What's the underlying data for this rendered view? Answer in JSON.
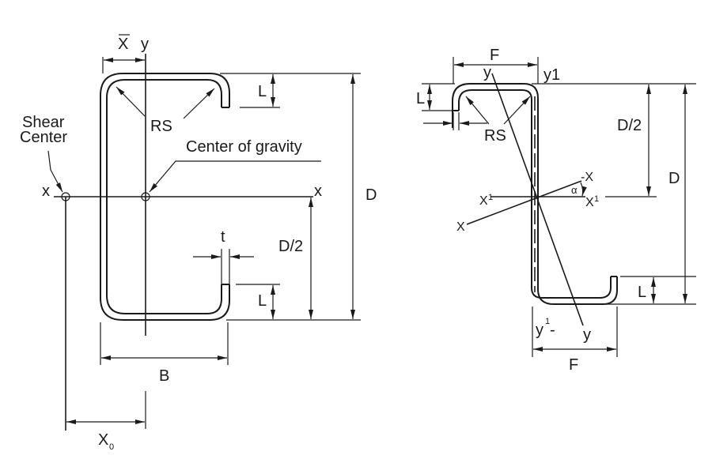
{
  "diagram": {
    "left_section": {
      "name": "C-section (lipped channel)",
      "labels": {
        "x_bar": "X",
        "y_axis_top": "y",
        "rs": "RS",
        "l_top": "L",
        "l_bottom": "L",
        "shear_center_line1": "Shear",
        "shear_center_line2": "Center",
        "center_of_gravity": "Center of gravity",
        "x_axis_left": "x",
        "x_axis_right": "x",
        "d": "D",
        "d_half": "D/2",
        "t": "t",
        "b": "B",
        "x0_main": "X",
        "x0_sub": "0"
      }
    },
    "right_section": {
      "name": "Z-section (lipped zed)",
      "labels": {
        "f_top": "F",
        "y_top": "y",
        "y1": "y1",
        "l_top": "L",
        "rs": "RS",
        "d_half": "D/2",
        "d": "D",
        "neg_x": "-X",
        "alpha": "α",
        "x1_left_main": "X",
        "x1_left_sup": "1",
        "x1_right_main": "X",
        "x1_right_sup": "1",
        "x_bottom_left": "X",
        "l_bottom": "L",
        "y1_bottom_main": "y",
        "y1_bottom_sup": "1",
        "y1_bottom_dash": "-",
        "y_bottom": "y",
        "f_bottom": "F"
      }
    }
  }
}
